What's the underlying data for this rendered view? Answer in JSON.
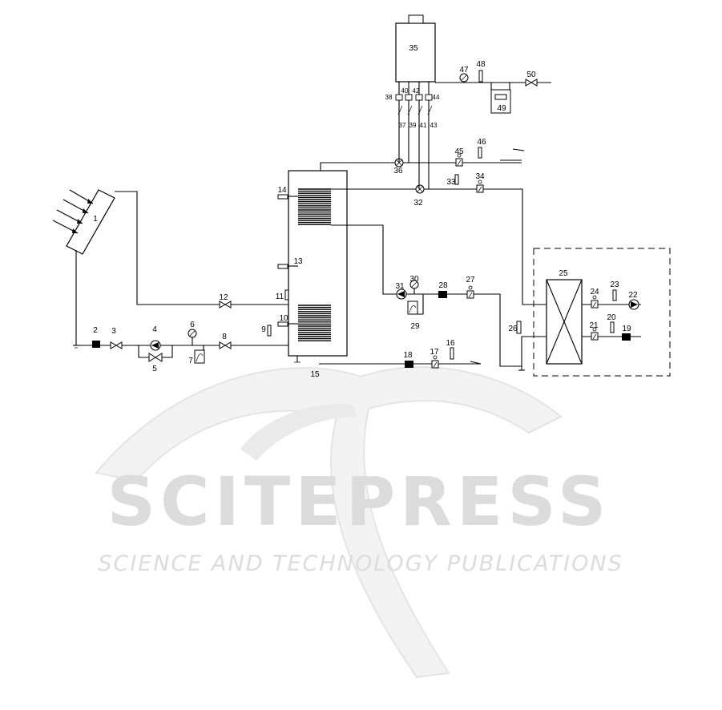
{
  "diagram": {
    "component_labels": [
      "1",
      "2",
      "3",
      "4",
      "5",
      "6",
      "7",
      "8",
      "9",
      "10",
      "11",
      "12",
      "13",
      "14",
      "15",
      "16",
      "17",
      "18",
      "19",
      "20",
      "21",
      "22",
      "23",
      "24",
      "25",
      "26",
      "27",
      "28",
      "29",
      "30",
      "31",
      "32",
      "33",
      "34",
      "35",
      "36",
      "37",
      "38",
      "39",
      "40",
      "41",
      "42",
      "43",
      "44",
      "45",
      "46",
      "47",
      "48",
      "49",
      "50"
    ]
  },
  "watermark": {
    "logo_text": "SCITEPRESS",
    "tagline": "SCIENCE AND TECHNOLOGY PUBLICATIONS"
  }
}
